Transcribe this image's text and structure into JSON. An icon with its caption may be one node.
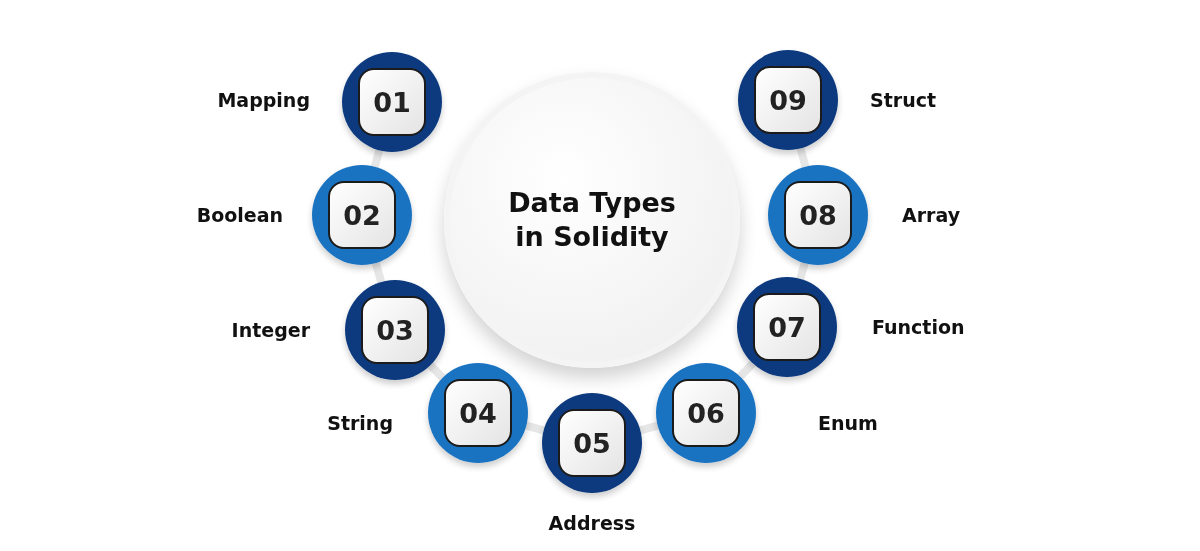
{
  "diagram": {
    "nodes": [
      {
        "text": [
          "Data Types in Solidity"
        ]
      },
      {
        "text": [
          "01"
        ],
        "beside": [
          "Mapping"
        ]
      },
      {
        "text": [
          "02"
        ],
        "beside": [
          "Boolean"
        ]
      },
      {
        "text": [
          "03"
        ],
        "beside": [
          "Integer"
        ]
      },
      {
        "text": [
          "04"
        ],
        "beside": [
          "String"
        ]
      },
      {
        "text": [
          "05"
        ],
        "beside": [
          "Address"
        ]
      },
      {
        "text": [
          "06"
        ],
        "beside": [
          "Enum"
        ]
      },
      {
        "text": [
          "07"
        ],
        "beside": [
          "Function"
        ]
      },
      {
        "text": [
          "08"
        ],
        "beside": [
          "Array"
        ]
      },
      {
        "text": [
          "09"
        ],
        "beside": [
          "Struct"
        ]
      }
    ],
    "edges": [
      {
        "from": 1,
        "to": 2,
        "arrow": "none"
      },
      {
        "from": 2,
        "to": 3,
        "arrow": "none"
      },
      {
        "from": 3,
        "to": 4,
        "arrow": "none"
      },
      {
        "from": 4,
        "to": 5,
        "arrow": "none"
      },
      {
        "from": 5,
        "to": 6,
        "arrow": "none"
      },
      {
        "from": 6,
        "to": 7,
        "arrow": "none"
      },
      {
        "from": 7,
        "to": 8,
        "arrow": "none"
      },
      {
        "from": 8,
        "to": 9,
        "arrow": "none"
      }
    ]
  }
}
